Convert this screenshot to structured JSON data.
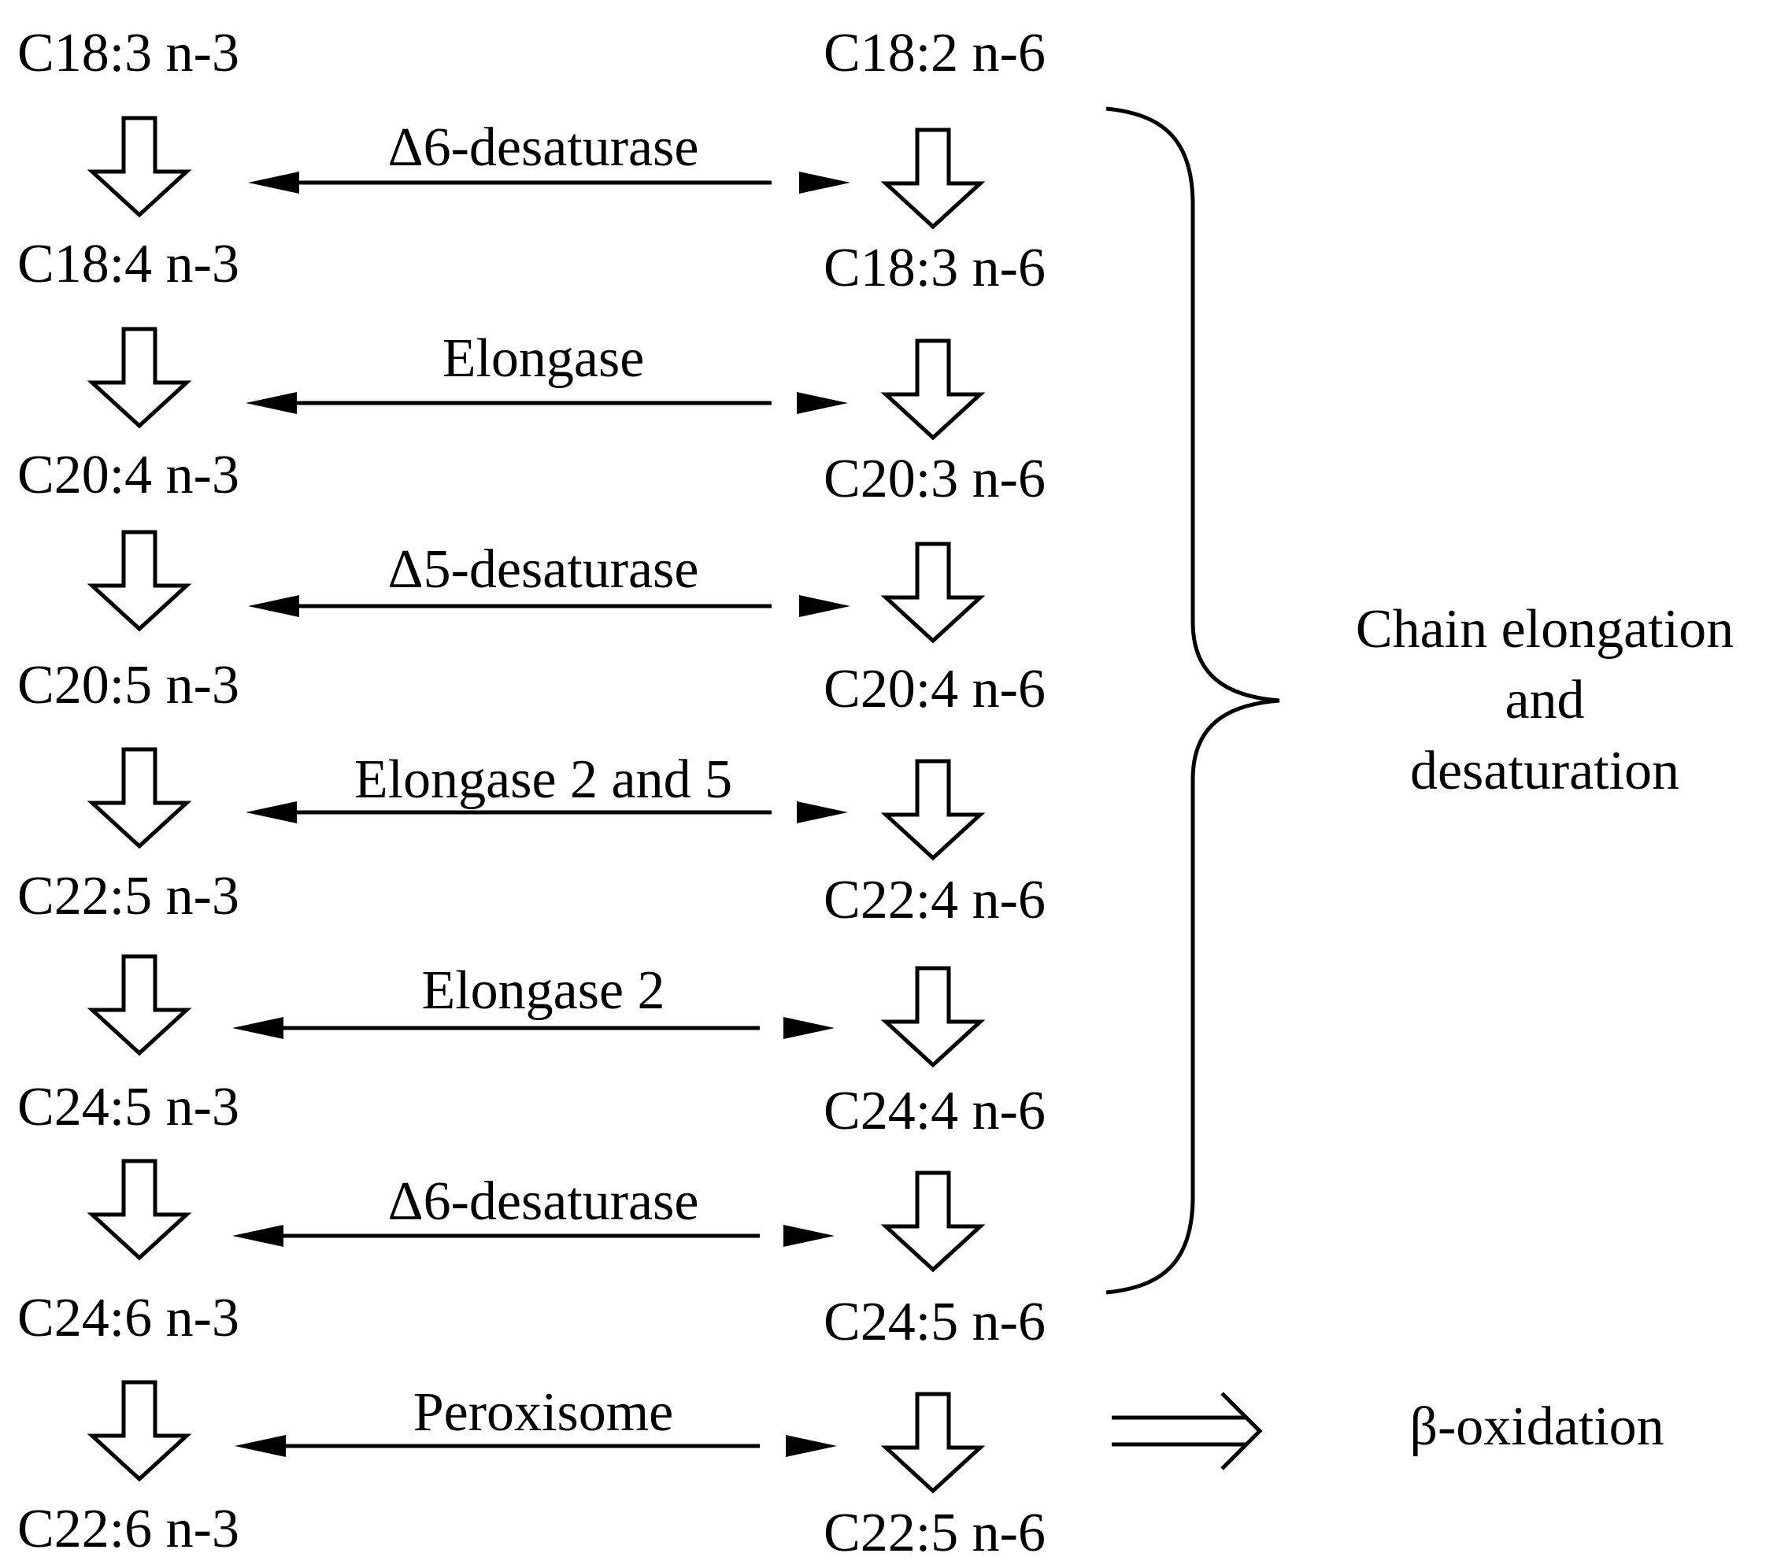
{
  "n3_series": [
    "C18:3 n-3",
    "C18:4 n-3",
    "C20:4 n-3",
    "C20:5 n-3",
    "C22:5 n-3",
    "C24:5 n-3",
    "C24:6 n-3",
    "C22:6 n-3"
  ],
  "n6_series": [
    "C18:2 n-6",
    "C18:3 n-6",
    "C20:3 n-6",
    "C20:4 n-6",
    "C22:4 n-6",
    "C24:4 n-6",
    "C24:5 n-6",
    "C22:5 n-6"
  ],
  "enzymes": [
    "Δ6-desaturase",
    "Elongase",
    "Δ5-desaturase",
    "Elongase 2 and 5",
    "Elongase 2",
    "Δ6-desaturase",
    "Peroxisome"
  ],
  "bracket_label": [
    "Chain elongation",
    "and",
    "desaturation"
  ],
  "outcome_label": "β-oxidation"
}
